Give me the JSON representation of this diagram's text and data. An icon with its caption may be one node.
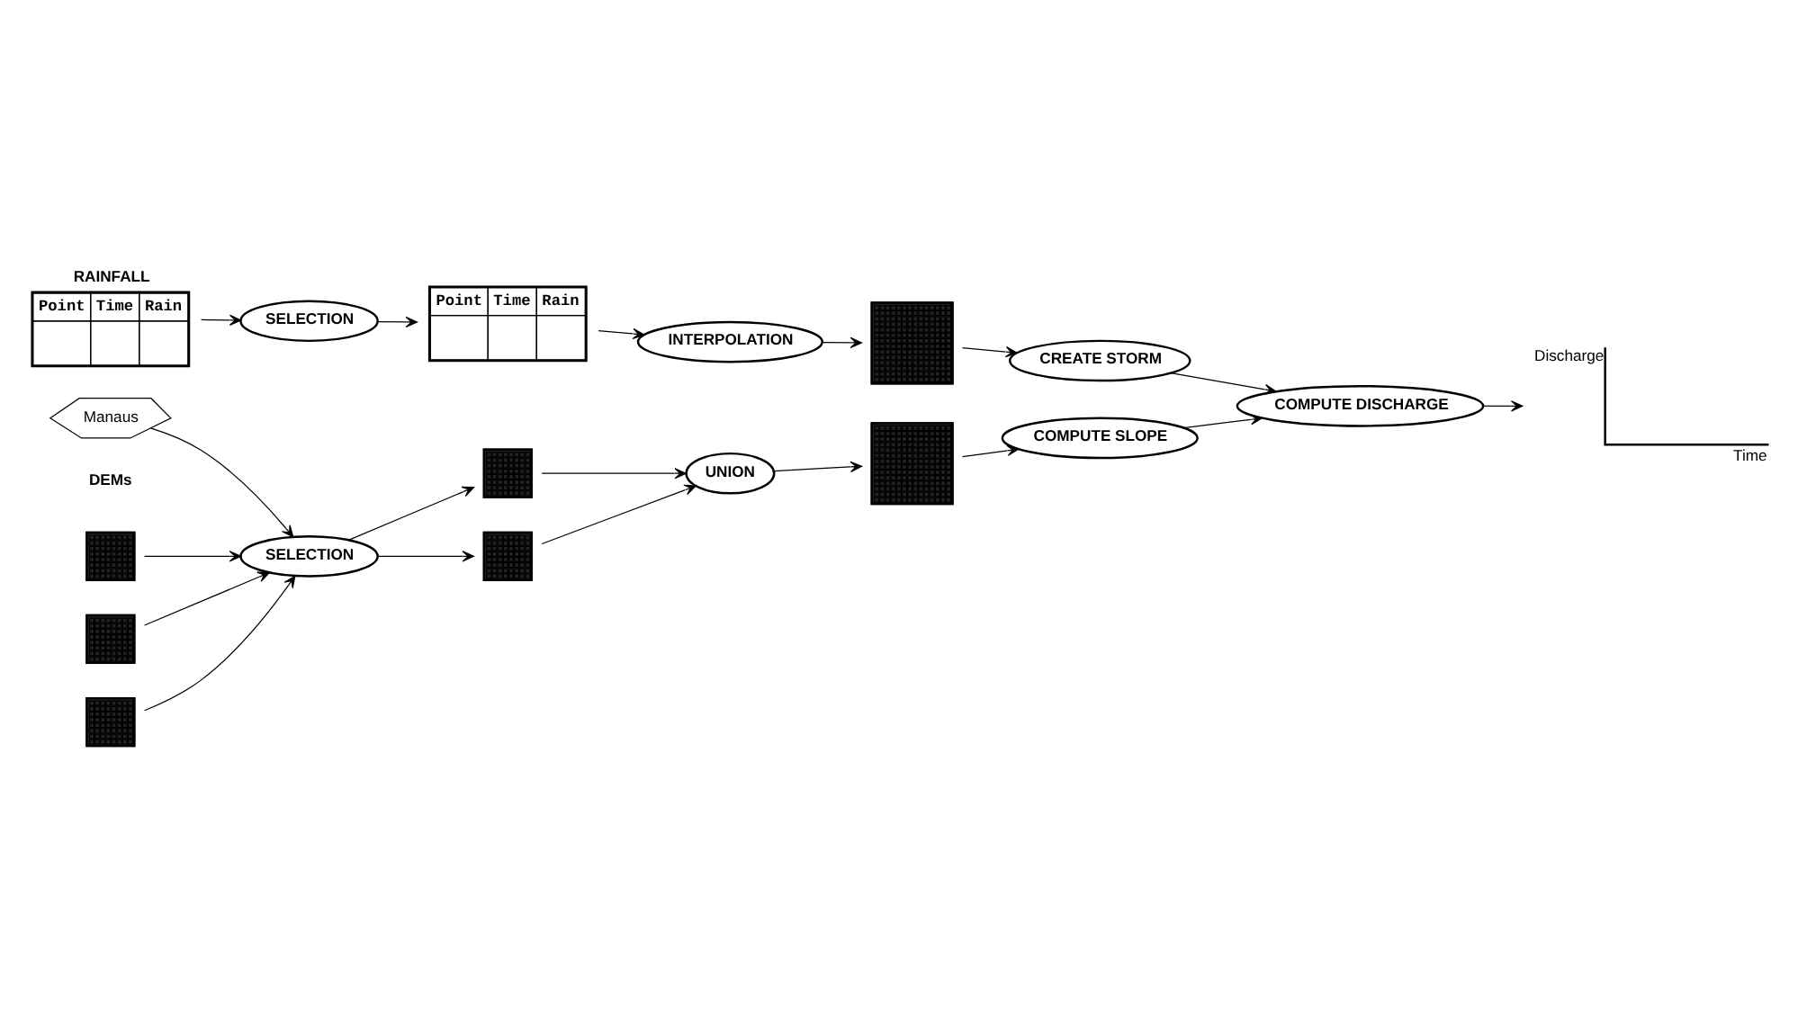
{
  "diagram": {
    "nodes": [
      {
        "text": [
          "Manaus"
        ]
      },
      {
        "text": [],
        "shape": "box"
      },
      {
        "text": [],
        "shape": "box"
      },
      {
        "text": [],
        "shape": "box"
      },
      {
        "text": [
          "SELECTION"
        ]
      },
      {
        "text": [],
        "shape": "box"
      },
      {
        "text": [],
        "shape": "box"
      },
      {
        "text": [
          "UNION"
        ]
      },
      {
        "text": [],
        "shape": "box"
      },
      {
        "text": [
          "COMPUTE SLOPE"
        ]
      },
      {
        "text": [
          "COMPUTE DISCHARGE"
        ]
      },
      {
        "text": [
          "RAINFALL",
          "Point",
          "Time",
          "Rain"
        ]
      },
      {
        "text": [
          "SELECTION"
        ]
      },
      {
        "text": [
          "Point",
          "Time",
          "Rain"
        ]
      },
      {
        "text": [
          "INTERPOLATION"
        ]
      },
      {
        "text": [],
        "shape": "box"
      },
      {
        "text": [
          "CREATE STORM"
        ]
      },
      {
        "text": [
          "Discharge",
          "Time"
        ]
      }
    ],
    "edges": [
      {
        "from": 0,
        "to": 4,
        "arrow": "to"
      },
      {
        "from": 1,
        "to": 4,
        "arrow": "to"
      },
      {
        "from": 2,
        "to": 4,
        "arrow": "to"
      },
      {
        "from": 3,
        "to": 4,
        "arrow": "to"
      },
      {
        "from": 4,
        "to": 5,
        "arrow": "to"
      },
      {
        "from": 4,
        "to": 6,
        "arrow": "to"
      },
      {
        "from": 5,
        "to": 7,
        "arrow": "to"
      },
      {
        "from": 6,
        "to": 7,
        "arrow": "to"
      },
      {
        "from": 7,
        "to": 8,
        "arrow": "to"
      },
      {
        "from": 8,
        "to": 9,
        "arrow": "to"
      },
      {
        "from": 9,
        "to": 10,
        "arrow": "to"
      },
      {
        "from": 11,
        "to": 12,
        "arrow": "to"
      },
      {
        "from": 12,
        "to": 13,
        "arrow": "to"
      },
      {
        "from": 13,
        "to": 14,
        "arrow": "to"
      },
      {
        "from": 14,
        "to": 15,
        "arrow": "to"
      },
      {
        "from": 15,
        "to": 16,
        "arrow": "to"
      },
      {
        "from": 16,
        "to": 10,
        "arrow": "to"
      },
      {
        "from": 10,
        "to": 17,
        "arrow": "to"
      }
    ],
    "labels": [
      "DEMs"
    ]
  }
}
